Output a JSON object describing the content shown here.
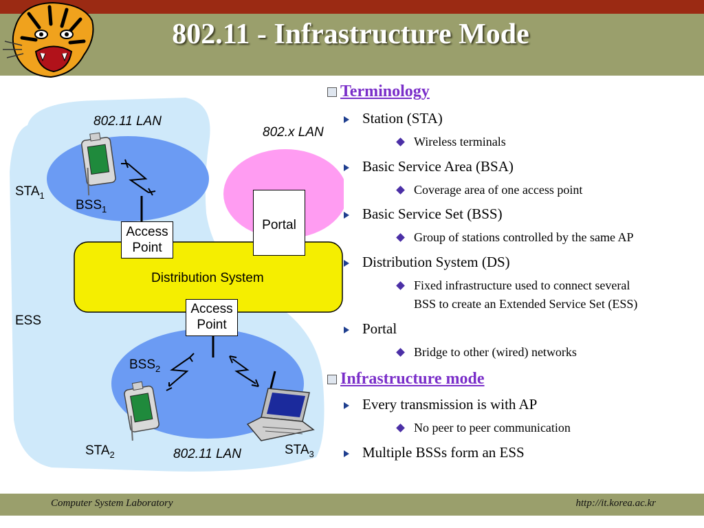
{
  "slide": {
    "title": "802.11 - Infrastructure Mode",
    "footer_left": "Computer System Laboratory",
    "footer_right": "http://it.korea.ac.kr"
  },
  "diagram": {
    "lan_top": "802.11 LAN",
    "lan_bottom": "802.11 LAN",
    "lan_wired": "802.x LAN",
    "sta1": "STA",
    "sta1_sub": "1",
    "sta2": "STA",
    "sta2_sub": "2",
    "sta3": "STA",
    "sta3_sub": "3",
    "bss1": "BSS",
    "bss1_sub": "1",
    "bss2": "BSS",
    "bss2_sub": "2",
    "ess": "ESS",
    "portal": "Portal",
    "ap_top_1": "Access",
    "ap_top_2": "Point",
    "ap_bottom_1": "Access",
    "ap_bottom_2": "Point",
    "distribution_system": "Distribution System",
    "colors": {
      "ess": "#cfe9fa",
      "bss": "#6b9bf3",
      "wired_lan": "#ff9cf2",
      "ds": "#f5ee00"
    }
  },
  "terminology": {
    "heading": "Terminology",
    "items": [
      {
        "term": "Station (STA)",
        "detail": "Wireless terminals"
      },
      {
        "term": "Basic Service Area (BSA)",
        "detail": "Coverage area of one access point"
      },
      {
        "term": "Basic Service Set (BSS)",
        "detail": "Group of stations controlled by the same AP"
      },
      {
        "term": "Distribution System (DS)",
        "detail_1": "Fixed infrastructure used to connect several",
        "detail_2": "BSS to create an Extended Service  Set (ESS)"
      },
      {
        "term": "Portal",
        "detail": "Bridge to other (wired) networks"
      }
    ]
  },
  "infrastructure": {
    "heading": "Infrastructure mode",
    "items": [
      {
        "term": "Every transmission is with AP",
        "detail": "No peer to peer communication"
      },
      {
        "term": "Multiple BSSs form an ESS"
      }
    ]
  }
}
